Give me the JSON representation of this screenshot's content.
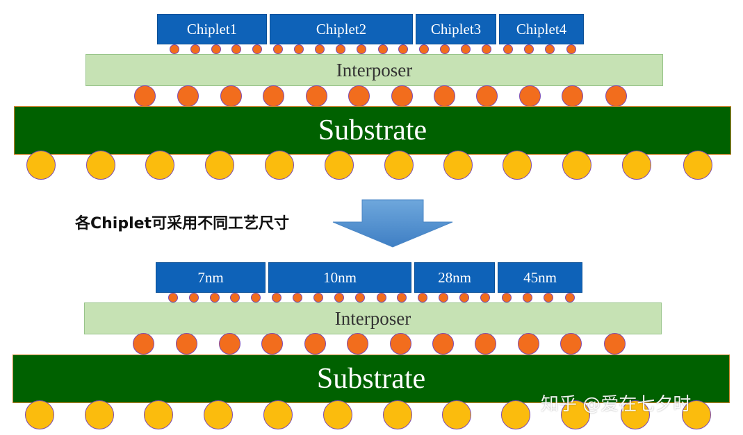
{
  "top_stack": {
    "chiplets": [
      "Chiplet1",
      "Chiplet2",
      "Chiplet3",
      "Chiplet4"
    ],
    "interposer": "Interposer",
    "substrate": "Substrate"
  },
  "caption": "各Chiplet可采用不同工艺尺寸",
  "bottom_stack": {
    "chiplets": [
      "7nm",
      "10nm",
      "28nm",
      "45nm"
    ],
    "interposer": "Interposer",
    "substrate": "Substrate"
  },
  "watermark": "知乎 @爱在七夕时",
  "colors": {
    "chiplet": "#0e62b8",
    "interposer": "#c6e2b4",
    "substrate": "#006100",
    "micro_bump": "#f26d1d",
    "c4_bump": "#f26d1d",
    "bga_ball": "#fbbc0d",
    "arrow": "#5b9bd5"
  }
}
